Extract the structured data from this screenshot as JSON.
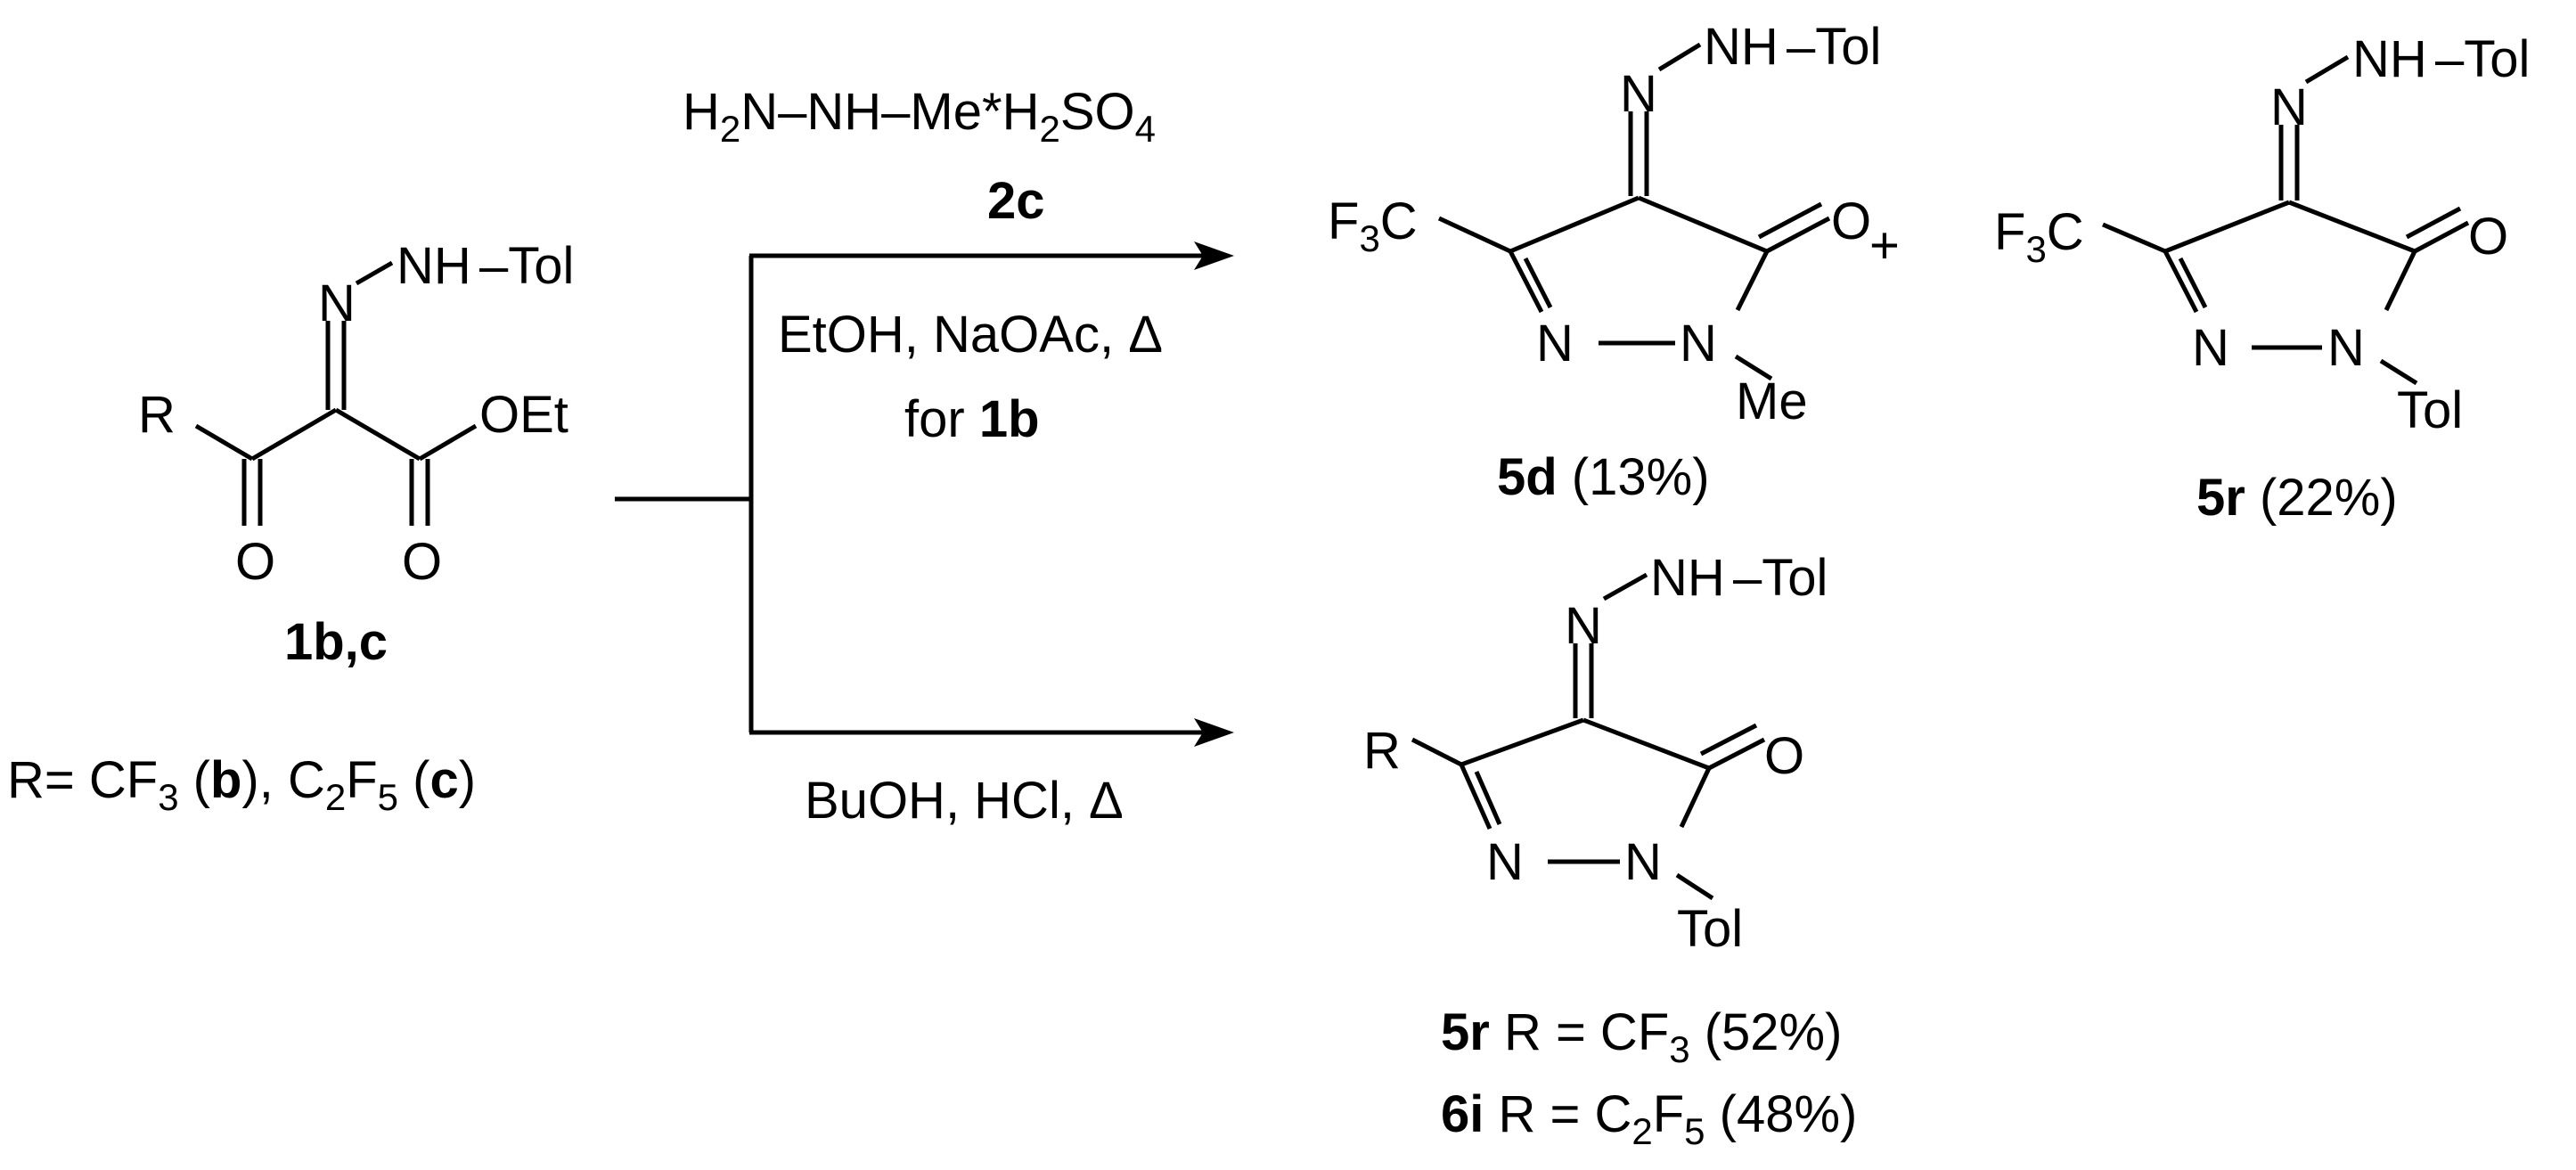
{
  "reagent": {
    "formula_h": "H",
    "formula_2": "2",
    "formula_rest": "N–NH–Me*H",
    "formula_h2so4_2": "2",
    "formula_so": "SO",
    "formula_4": "4",
    "label": "2c"
  },
  "conditions": {
    "top_line1": "EtOH, NaOAc, Δ",
    "top_line2_prefix": "for ",
    "top_line2_bold": "1b",
    "bottom": "BuOH, HCl, Δ"
  },
  "start_material": {
    "atoms": {
      "nh": "NH",
      "tol_dash": "–Tol",
      "n": "N",
      "r": "R",
      "oet": "OEt",
      "o1": "O",
      "o2": "O"
    },
    "label": "1b,c",
    "r_def": {
      "prefix": "R= CF",
      "sub3": "3",
      "open": " (",
      "b": "b",
      "mid": "), C",
      "sub2": "2",
      "f": "F",
      "sub5": "5",
      "open2": " (",
      "c": "c",
      "close": ")"
    }
  },
  "product_5d": {
    "atoms": {
      "n_top": "N",
      "nh": "NH",
      "tol": "–Tol",
      "f3c_f": "F",
      "f3c_3": "3",
      "f3c_c": "C",
      "o": "O",
      "n1": "N",
      "n2": "N",
      "me": "Me"
    },
    "label": "5d",
    "yield": " (13%)"
  },
  "plus": "+",
  "product_5r_top": {
    "atoms": {
      "n_top": "N",
      "nh": "NH",
      "tol": "–Tol",
      "f3c_f": "F",
      "f3c_3": "3",
      "f3c_c": "C",
      "o": "O",
      "n1": "N",
      "n2": "N",
      "tol2": "Tol"
    },
    "label": "5r",
    "yield": " (22%)"
  },
  "product_bottom": {
    "atoms": {
      "n_top": "N",
      "nh": "NH",
      "tol": "–Tol",
      "r": "R",
      "o": "O",
      "n1": "N",
      "n2": "N",
      "tol2": "Tol"
    },
    "line1": {
      "label": "5r",
      "text": " R = CF",
      "sub": "3",
      "yield": " (52%)"
    },
    "line2": {
      "label": "6i",
      "text": " R = C",
      "sub2": "2",
      "f": "F",
      "sub5": "5",
      "yield": " (48%)"
    }
  }
}
